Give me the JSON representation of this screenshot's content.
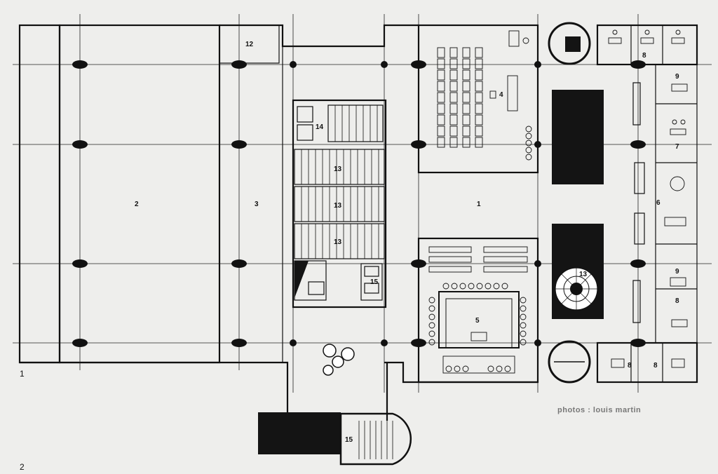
{
  "figure_labels": {
    "fig1": "1",
    "fig2": "2"
  },
  "credit": "photos : louis martin",
  "room_numbers": {
    "r1": "1",
    "r2": "2",
    "r3": "3",
    "r4": "4",
    "r5": "5",
    "r6": "6",
    "r7": "7",
    "r8a": "8",
    "r8b": "8",
    "r8c": "8",
    "r8d": "8",
    "r9a": "9",
    "r9b": "9",
    "r12": "12",
    "r13a": "13",
    "r13b": "13",
    "r13c": "13",
    "r13d": "13",
    "r14": "14",
    "r15a": "15",
    "r15b": "15"
  },
  "colors": {
    "ink": "#111111",
    "paper": "#eeeeec",
    "credit": "#777777"
  }
}
